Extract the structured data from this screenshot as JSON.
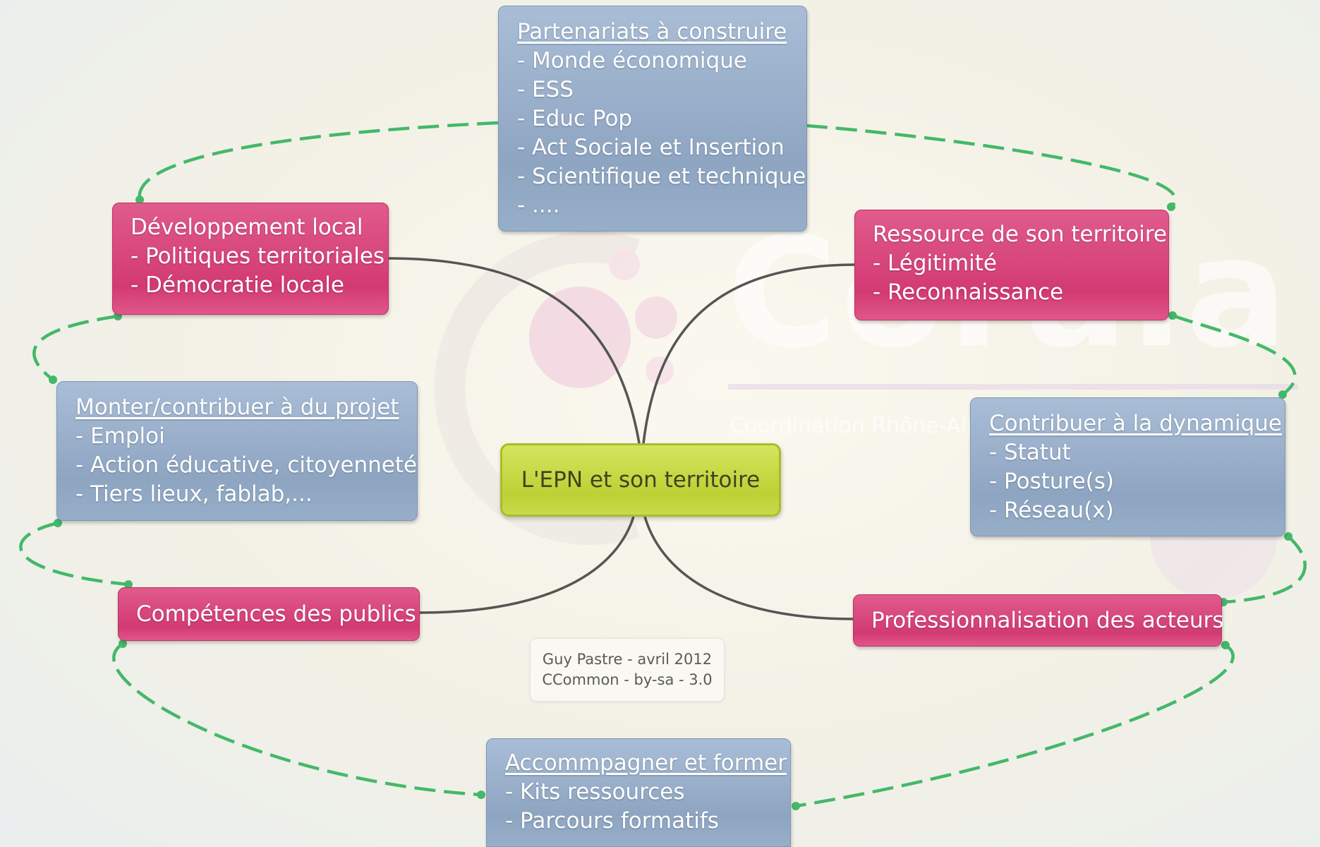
{
  "center": "L'EPN et son territoire",
  "credit": {
    "line1": "Guy Pastre - avril 2012",
    "line2": "CCommon - by-sa - 3.0"
  },
  "watermark": {
    "logo": "Coraia",
    "tagline": "Coordination Rhône-Alpes de l'Internet Accompagné"
  },
  "colors": {
    "blue_node": "#8ea5c2",
    "pink_node": "#d23a72",
    "center_node": "#bdd135",
    "dashed_link": "#44b86a",
    "branch_line": "#555555"
  },
  "nodes": {
    "partenariats": {
      "title": "Partenariats à construire",
      "items": [
        "- Monde économique",
        "- ESS",
        "- Educ Pop",
        "- Act Sociale et Insertion",
        "- Scientifique et technique",
        "- ...."
      ]
    },
    "developpement": {
      "title": "Développement local",
      "items": [
        "- Politiques territoriales",
        "- Démocratie locale"
      ]
    },
    "ressource": {
      "title": "Ressource de son territoire",
      "items": [
        "- Légitimité",
        "- Reconnaissance"
      ]
    },
    "monter": {
      "title": "Monter/contribuer à du projet",
      "items": [
        "- Emploi",
        "- Action éducative, citoyenneté",
        "- Tiers lieux, fablab,..."
      ]
    },
    "contribuer": {
      "title": "Contribuer à la dynamique",
      "items": [
        "- Statut",
        "- Posture(s)",
        "- Réseau(x)"
      ]
    },
    "competences": {
      "title": "Compétences des publics"
    },
    "professionnalisation": {
      "title": "Professionnalisation des acteurs"
    },
    "accompagner": {
      "title": "Accommpagner et former",
      "items": [
        "- Kits ressources",
        "- Parcours formatifs"
      ]
    }
  }
}
